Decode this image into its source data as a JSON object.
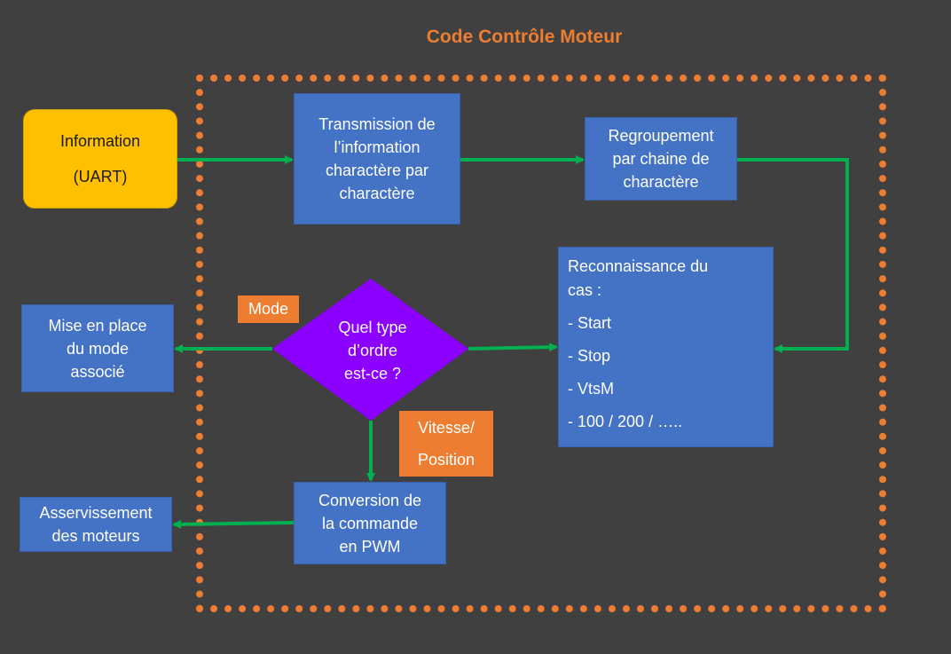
{
  "title": "Code Contrôle Moteur",
  "info": {
    "line1": "Information",
    "line2": "(UART)"
  },
  "transmission": [
    "Transmission de",
    "l’information",
    "charactère par",
    "charactère"
  ],
  "regroupement": [
    "Regroupement",
    "par chaine de",
    "charactère"
  ],
  "reconnaissance": {
    "header": [
      "Reconnaissance du",
      "cas :"
    ],
    "items": [
      "- Start",
      "- Stop",
      "- VtsM",
      "- 100 / 200 / ….."
    ]
  },
  "decision": [
    "Quel type",
    "d’ordre",
    "est-ce ?"
  ],
  "mise_en_place": [
    "Mise en place",
    "du mode",
    "associé"
  ],
  "conversion": [
    "Conversion de",
    "la commande",
    "en PWM"
  ],
  "asservissement": [
    "Asservissement",
    "des moteurs"
  ],
  "labels": {
    "mode": "Mode",
    "vitesse": "Vitesse/",
    "position": "Position"
  },
  "colors": {
    "background": "#404040",
    "accent": "#ed7d31",
    "process_box": "#4472c4",
    "start_box": "#ffc000",
    "decision": "#8b00ff",
    "connector": "#00b050"
  }
}
